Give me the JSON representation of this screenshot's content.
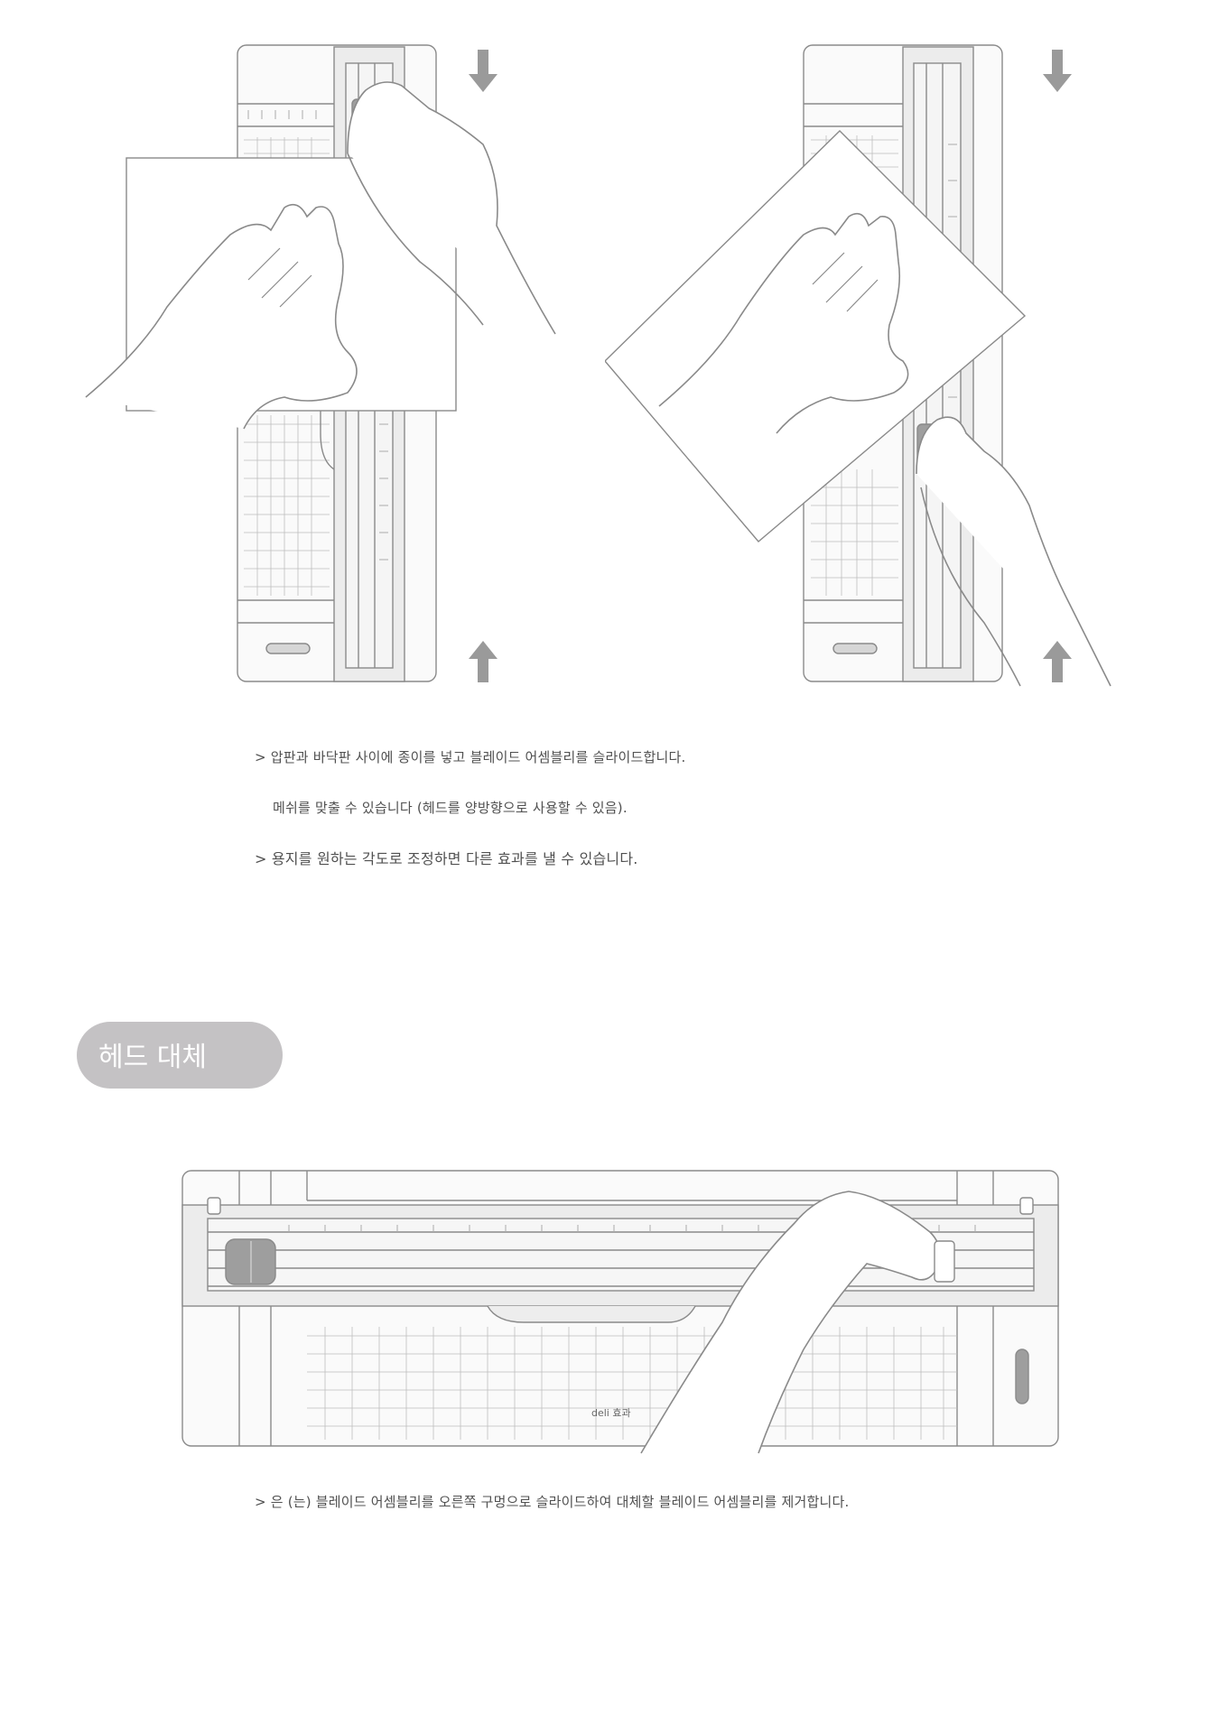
{
  "instructions": {
    "step1": "> 압판과 바닥판 사이에 종이를 넣고 블레이드 어셈블리를 슬라이드합니다.",
    "step1_sub": "메쉬를 맞출 수 있습니다 (헤드를 양방향으로 사용할 수 있음).",
    "step2": "> 용지를 원하는 각도로 조정하면 다른 효과를 낼 수 있습니다."
  },
  "section": {
    "title": "헤드 대체"
  },
  "replace": {
    "blade_label": "deli 효과",
    "step": "> 은 (는) 블레이드 어셈블리를 오른쪽 구멍으로 슬라이드하여 대체할 블레이드 어셈블리를 제거합니다."
  },
  "icons": [
    "arrow-down-icon",
    "arrow-up-icon"
  ],
  "colors": {
    "pill": "#c4c2c4",
    "line": "#8a8a8a"
  }
}
